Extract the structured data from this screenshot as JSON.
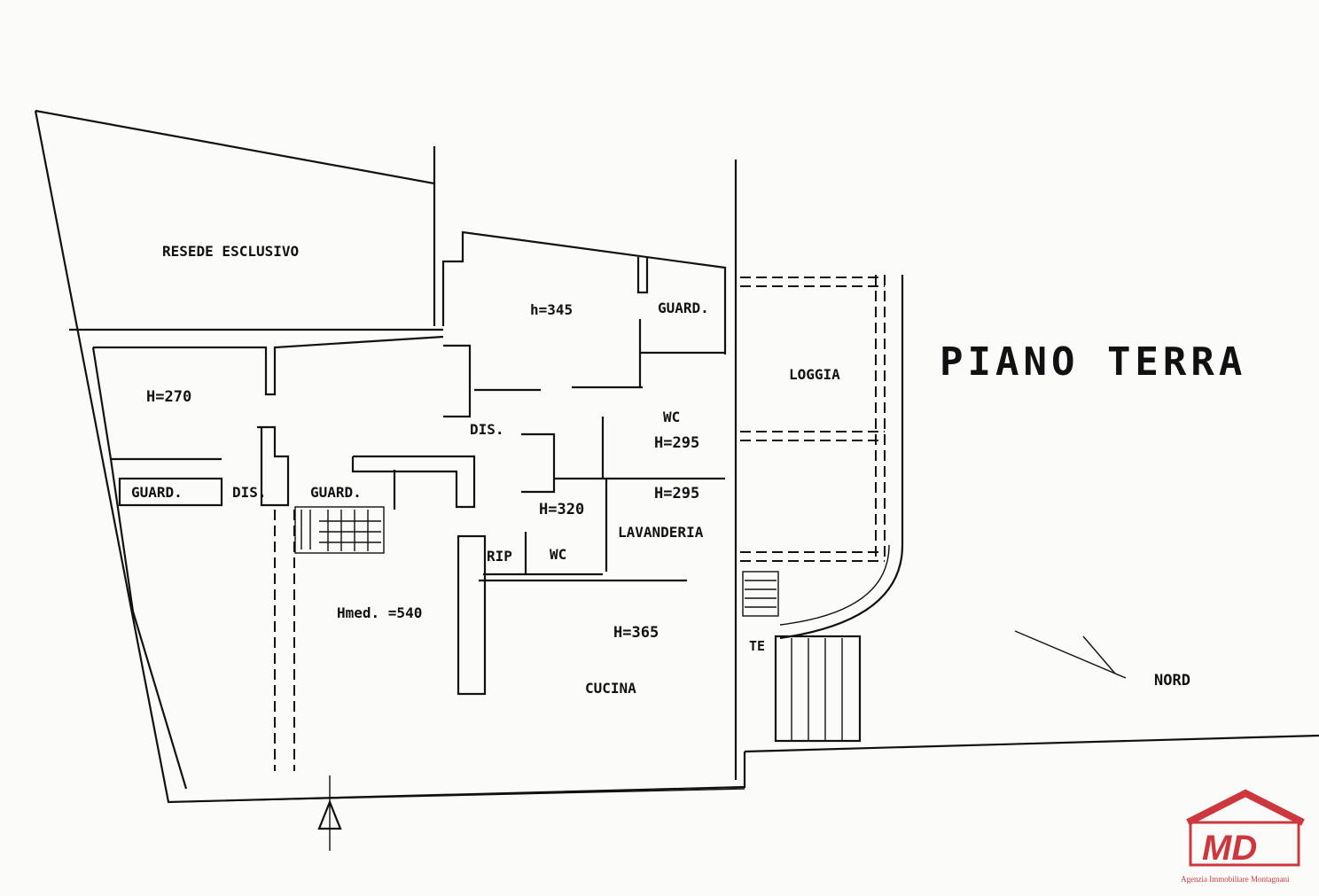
{
  "title": "PIANO TERRA",
  "north_label": "NORD",
  "rooms": {
    "resede": "RESEDE ESCLUSIVO",
    "h345": "h=345",
    "guard_top": "GUARD.",
    "loggia": "LOGGIA",
    "h270": "H=270",
    "dis_center": "DIS.",
    "wc_top": "WC",
    "h295_a": "H=295",
    "guard_left": "GUARD.",
    "dis_left": "DIS.",
    "guard_mid": "GUARD.",
    "h295_b": "H=295",
    "h320": "H=320",
    "lavanderia": "LAVANDERIA",
    "rip": "RIP",
    "wc_bottom": "WC",
    "hmed": "Hmed. =540",
    "h365": "H=365",
    "te": "TE",
    "cucina": "CUCINA"
  },
  "logo": {
    "mark": "MD",
    "tagline": "Agenzia Immobiliare Montagnani",
    "color": "#c4171d"
  },
  "colors": {
    "ink": "#111111",
    "paper": "#fbfbfa"
  }
}
